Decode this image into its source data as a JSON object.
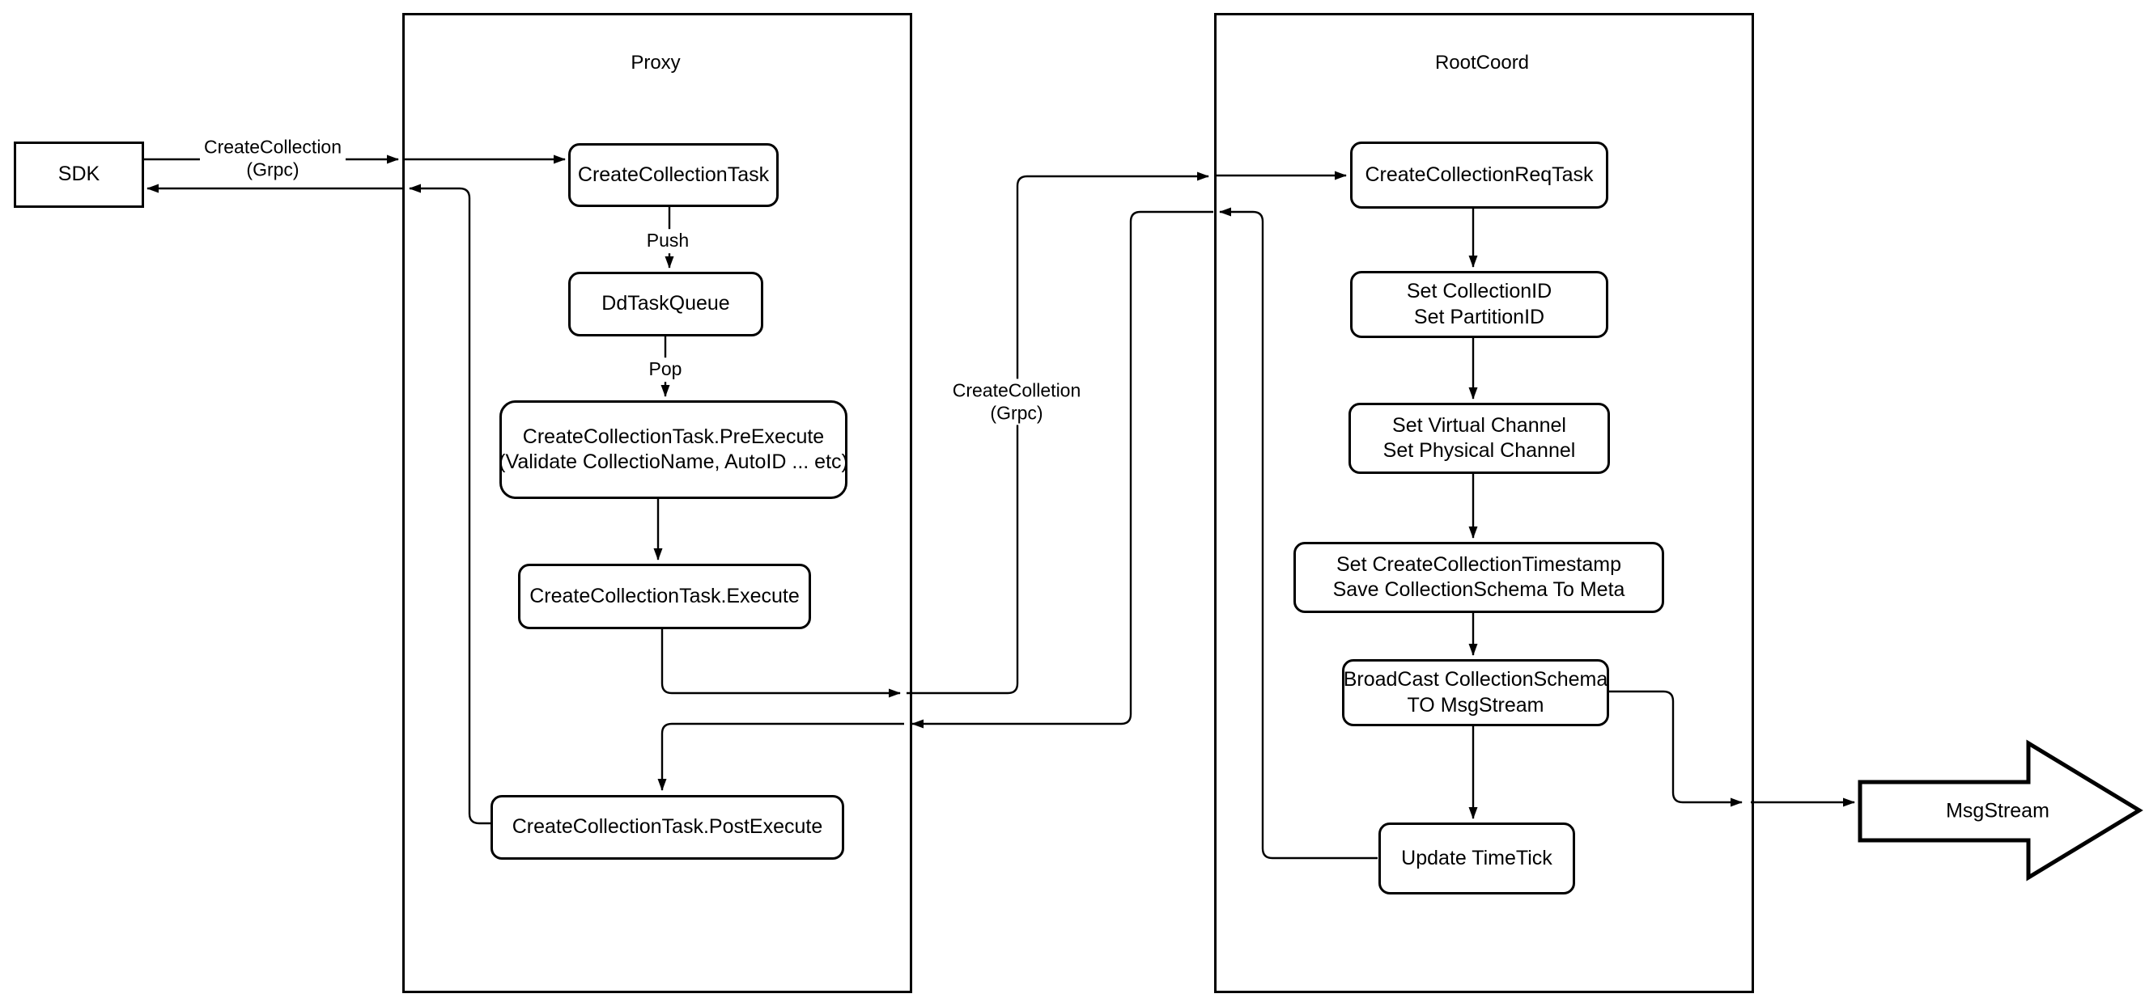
{
  "diagram": {
    "colors": {
      "stroke": "#000000",
      "fill": "#ffffff"
    },
    "containers": {
      "proxy": {
        "title": "Proxy"
      },
      "rootcoord": {
        "title": "RootCoord"
      }
    },
    "nodes": {
      "sdk": {
        "label": "SDK"
      },
      "create_collection_task": {
        "label": "CreateCollectionTask"
      },
      "dd_task_queue": {
        "label": "DdTaskQueue"
      },
      "pre_execute": {
        "line1": "CreateCollectionTask.PreExecute",
        "line2": "(Validate CollectioName, AutoID ... etc)"
      },
      "execute": {
        "label": "CreateCollectionTask.Execute"
      },
      "post_execute": {
        "label": "CreateCollectionTask.PostExecute"
      },
      "req_task": {
        "label": "CreateCollectionReqTask"
      },
      "set_ids": {
        "line1": "Set CollectionID",
        "line2": "Set PartitionID"
      },
      "set_channels": {
        "line1": "Set Virtual Channel",
        "line2": "Set Physical Channel"
      },
      "set_timestamp": {
        "line1": "Set CreateCollectionTimestamp",
        "line2": "Save CollectionSchema To Meta"
      },
      "broadcast": {
        "line1": "BroadCast CollectionSchema",
        "line2": "TO MsgStream"
      },
      "update_timetick": {
        "label": "Update TimeTick"
      },
      "msgstream": {
        "label": "MsgStream"
      }
    },
    "edge_labels": {
      "sdk_to_proxy": {
        "line1": "CreateCollection",
        "line2": "(Grpc)"
      },
      "proxy_to_rootcoord": {
        "line1": "CreateColletion",
        "line2": "(Grpc)"
      },
      "push": "Push",
      "pop": "Pop"
    }
  }
}
